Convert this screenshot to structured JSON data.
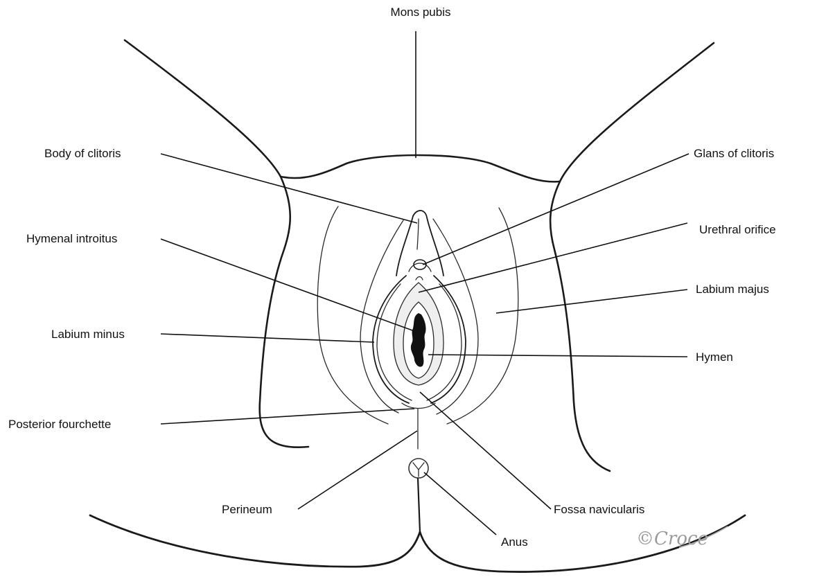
{
  "labels": {
    "mons_pubis": "Mons pubis",
    "body_of_clitoris": "Body of clitoris",
    "glans_of_clitoris": "Glans of clitoris",
    "hymenal_introitus": "Hymenal introitus",
    "urethral_orifice": "Urethral orifice",
    "labium_majus": "Labium majus",
    "labium_minus": "Labium minus",
    "hymen": "Hymen",
    "posterior_fourchette": "Posterior fourchette",
    "perineum": "Perineum",
    "fossa_navicularis": "Fossa navicularis",
    "anus": "Anus"
  },
  "signature": "©Croce",
  "colors": {
    "line": "#1a1a1a",
    "background": "#ffffff",
    "introitus": "#111111",
    "vestibule_shade": "#efefef"
  }
}
